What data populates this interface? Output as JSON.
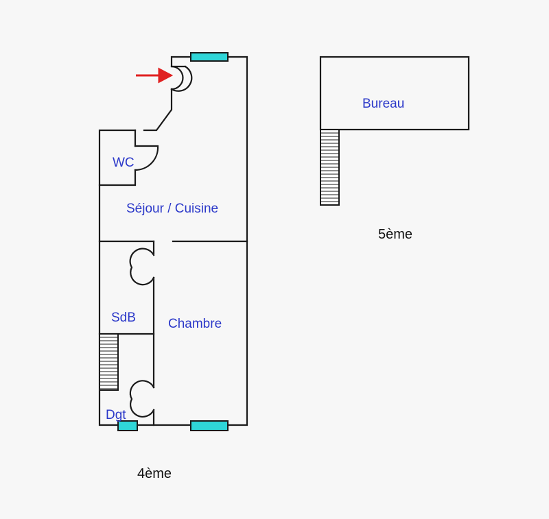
{
  "colors": {
    "room_label": "#2b38c9",
    "window": "#2fd6d8",
    "arrow": "#e02020",
    "wall": "#1a1a1a"
  },
  "rooms": {
    "wc": "WC",
    "sejour": "Séjour / Cuisine",
    "sdb": "SdB",
    "chambre": "Chambre",
    "dgt": "Dgt",
    "bureau": "Bureau"
  },
  "floors": {
    "fourth": "4ème",
    "fifth": "5ème"
  }
}
